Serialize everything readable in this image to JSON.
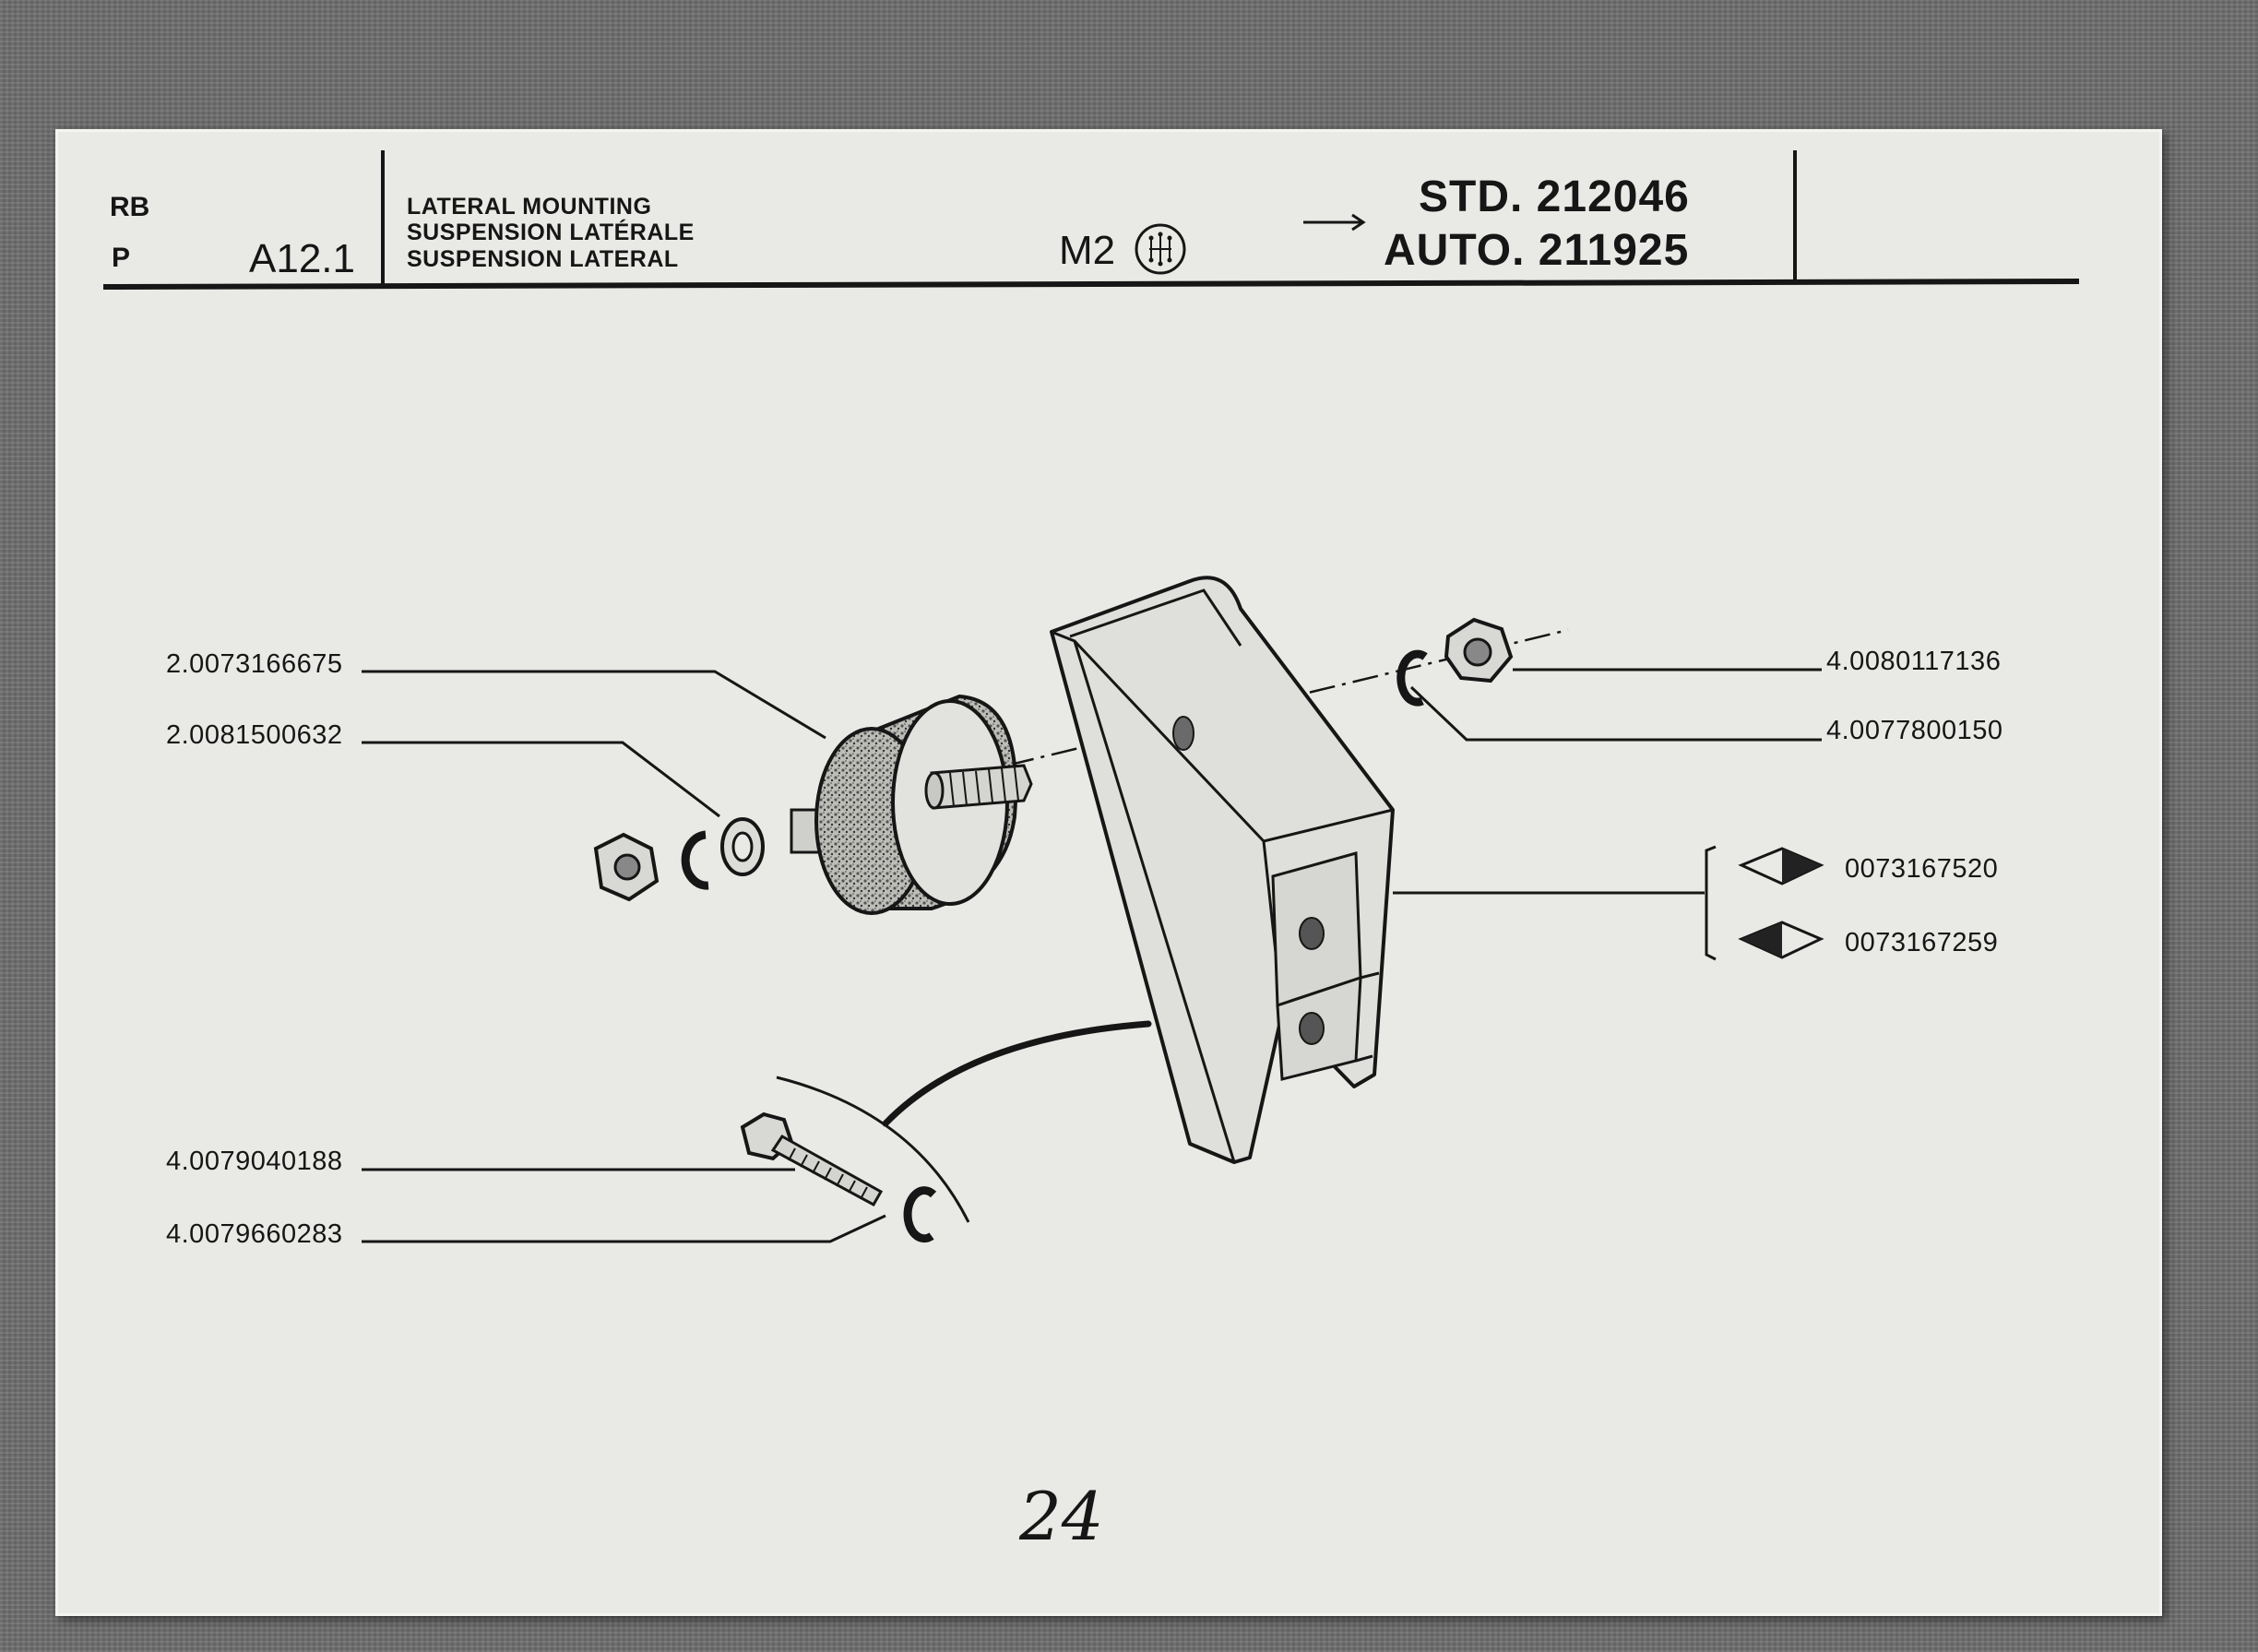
{
  "header": {
    "code_top": "RB",
    "code_bottom": "P",
    "section": "A12.1",
    "titles": [
      "LATERAL MOUNTING",
      "SUSPENSION LATÉRALE",
      "SUSPENSION LATERAL"
    ],
    "model": "M2",
    "std_label": "STD. 212046",
    "auto_label": "AUTO. 211925"
  },
  "parts": {
    "left": [
      {
        "label": "2.0073166675",
        "part": "rubber-mount"
      },
      {
        "label": "2.0081500632",
        "part": "flat-washer"
      },
      {
        "label": "4.0079040188",
        "part": "hex-bolt"
      },
      {
        "label": "4.0079660283",
        "part": "split-lock-washer"
      }
    ],
    "right": [
      {
        "label": "4.0080117136",
        "part": "hex-nut"
      },
      {
        "label": "4.0077800150",
        "part": "split-lock-washer"
      }
    ],
    "bracket_variants": [
      {
        "label": "0073167520",
        "side": "right"
      },
      {
        "label": "0073167259",
        "side": "left"
      }
    ]
  },
  "page_number": "24",
  "colors": {
    "ink": "#161616",
    "paper": "#e9e9e6",
    "background": "#6f6f6f"
  },
  "icons": [
    "gear-shift-pattern-icon",
    "arrow-right-icon",
    "diamond-variant-icon"
  ]
}
